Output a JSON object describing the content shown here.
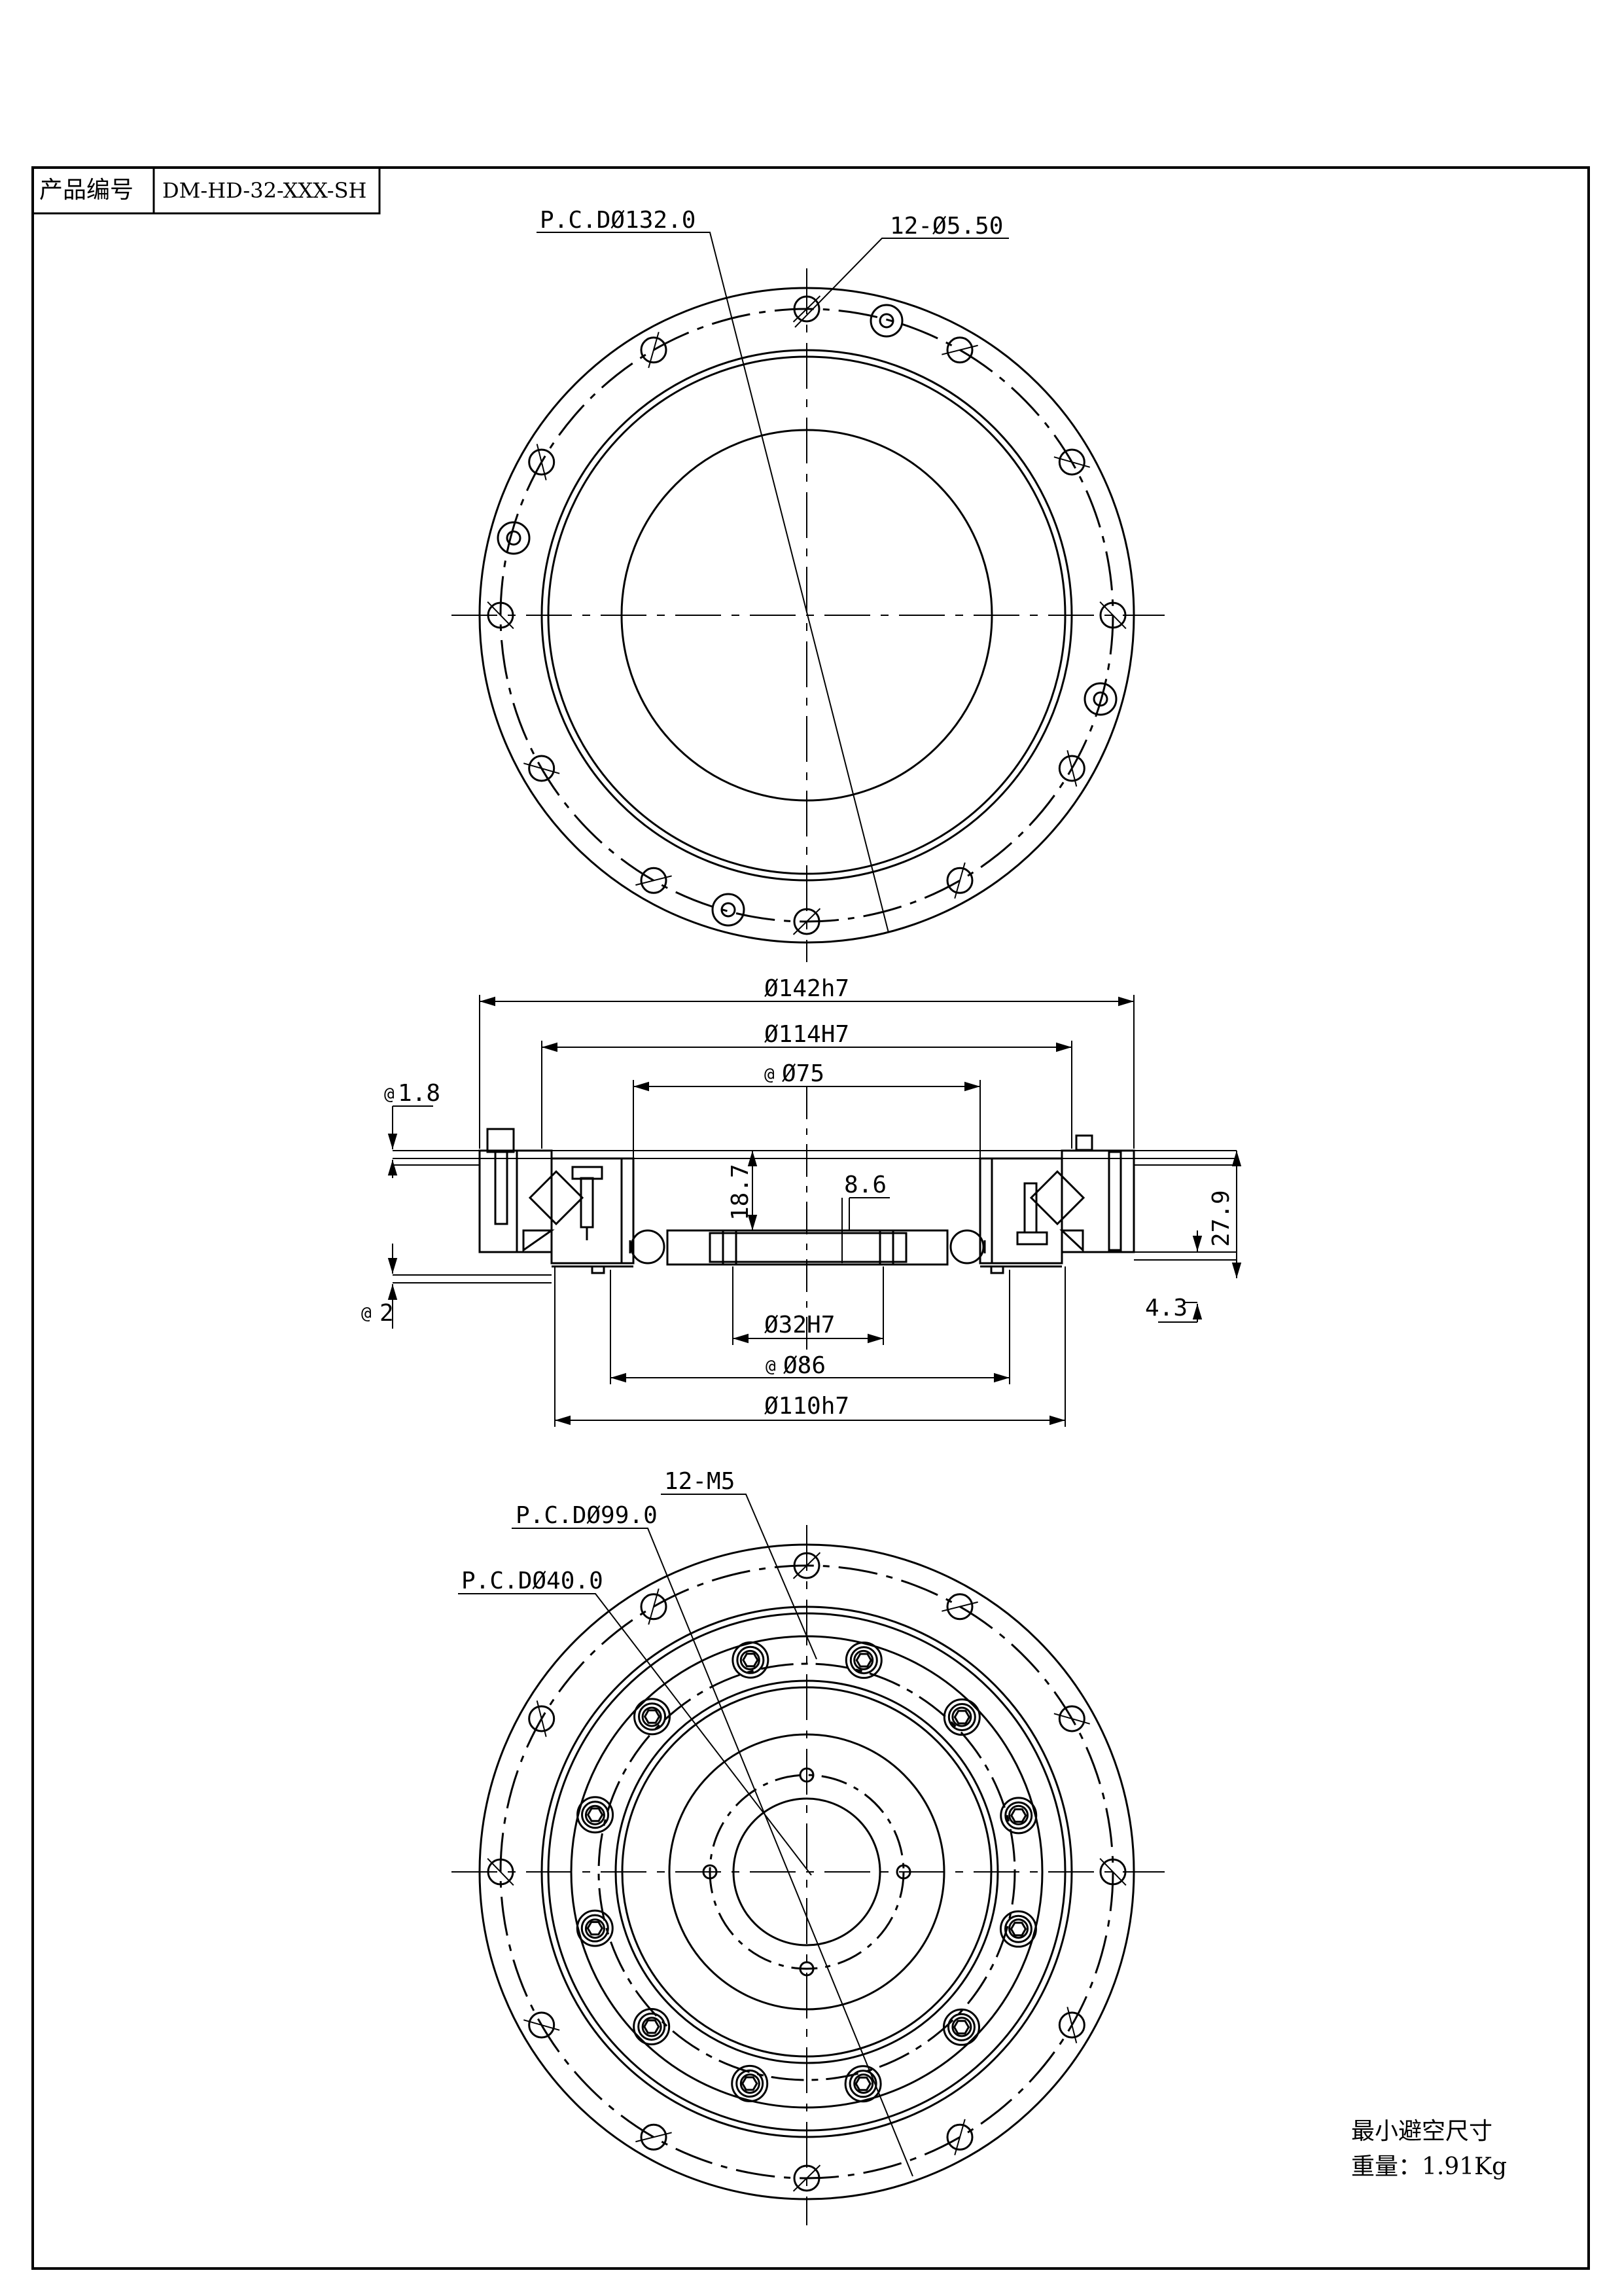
{
  "title_block": {
    "label": "产品编号",
    "value": "DM-HD-32-XXX-SH"
  },
  "top_view": {
    "pcd_label": "P.C.DØ132.0",
    "holes_label": "12-Ø5.50"
  },
  "section_view": {
    "dim_outer": "Ø142h7",
    "dim_114": "Ø114H7",
    "dim_75": "Ø75",
    "dim_32": "Ø32H7",
    "dim_86": "Ø86",
    "dim_110": "Ø110h7",
    "dim_1_8": "1.8",
    "dim_2": "2",
    "dim_18_7": "18.7",
    "dim_8_6": "8.6",
    "dim_27_9": "27.9",
    "dim_4_3": "4.3",
    "at_symbol": "@"
  },
  "bottom_view": {
    "thread_label": "12-M5",
    "pcd99_label": "P.C.DØ99.0",
    "pcd40_label": "P.C.DØ40.0"
  },
  "notes": {
    "line1": "最小避空尺寸",
    "line2": "重量：1.91Kg"
  }
}
